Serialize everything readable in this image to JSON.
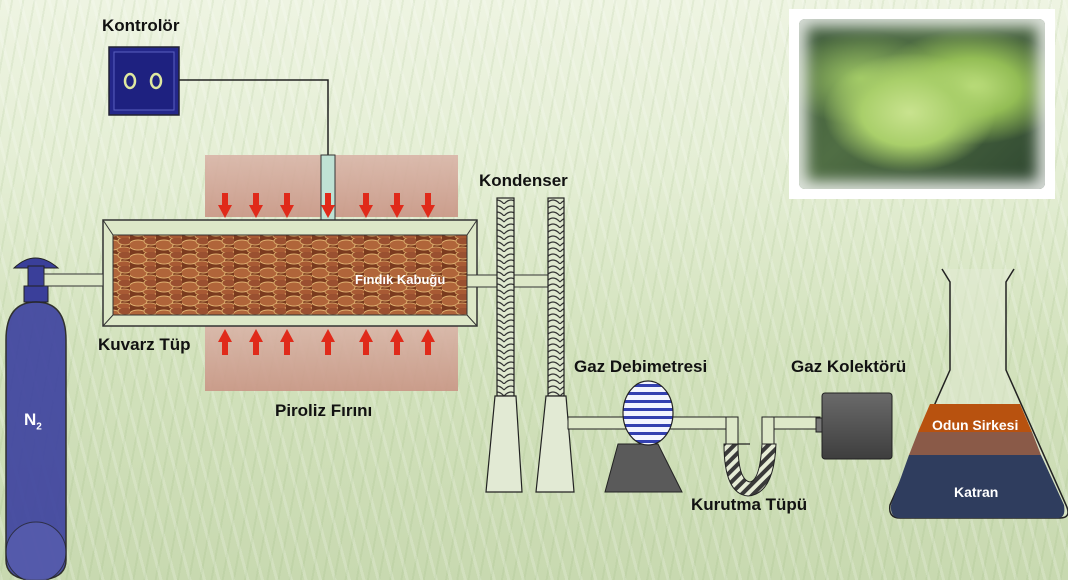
{
  "labels": {
    "controller": "Kontrolör",
    "quartz_tube": "Kuvarz Tüp",
    "pyrolysis_furnace": "Piroliz Fırını",
    "hazelnut_shell": "Fındık Kabuğu",
    "condenser": "Kondenser",
    "gas_flowmeter": "Gaz Debimetresi",
    "gas_collector": "Gaz Kolektörü",
    "drying_tube": "Kurutma Tüpü",
    "wood_vinegar": "Odun Sirkesi",
    "tar": "Katran",
    "nitrogen_main": "N",
    "nitrogen_sub": "2"
  },
  "colors": {
    "cylinder": "#3a3f9a",
    "controller": "#24278a",
    "heat_arrow": "#e02a1a",
    "shell": "#8a4a2a",
    "vinegar": "#b8520f",
    "tar": "#2f3d5e",
    "collector": "#555555"
  },
  "photo": {
    "subject": "hazelnut-cluster-photo"
  }
}
